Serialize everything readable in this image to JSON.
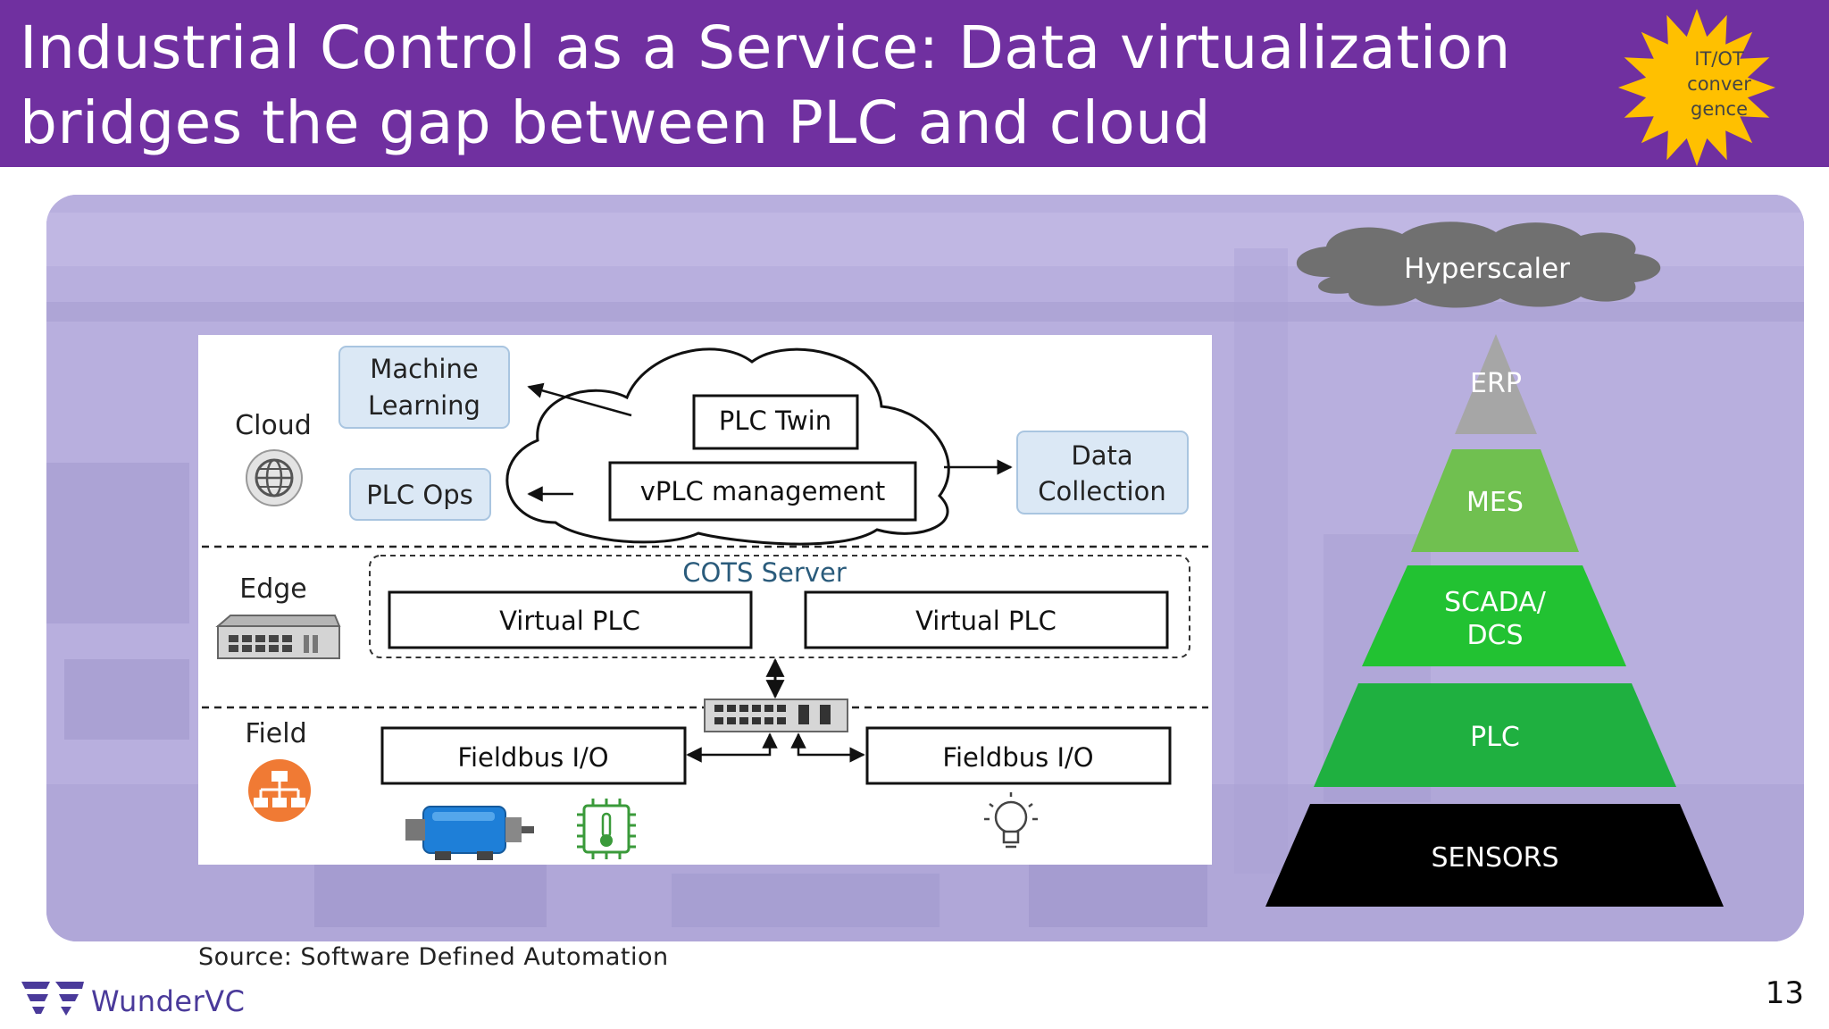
{
  "slide": {
    "title_line1": "Industrial Control as a Service: Data virtualization",
    "title_line2": "bridges the gap between PLC and cloud",
    "badge_line1": "IT/OT",
    "badge_line2": "conver",
    "badge_line3": "gence",
    "page_number": "13",
    "source": "Source: Software Defined Automation",
    "logo_text": "WunderVC",
    "colors": {
      "header": "#7030a0",
      "badge": "#ffc000",
      "panel": "#b5acdc"
    }
  },
  "diagram": {
    "layers": {
      "cloud": "Cloud",
      "edge": "Edge",
      "field": "Field"
    },
    "cloud": {
      "machine_learning_line1": "Machine",
      "machine_learning_line2": "Learning",
      "plc_ops": "PLC Ops",
      "plc_twin": "PLC Twin",
      "vplc_management": "vPLC management",
      "data_collection_line1": "Data",
      "data_collection_line2": "Collection"
    },
    "edge": {
      "server_label": "COTS Server",
      "virtual_plc_1": "Virtual PLC",
      "virtual_plc_2": "Virtual PLC"
    },
    "field": {
      "fieldbus_1": "Fieldbus I/O",
      "fieldbus_2": "Fieldbus I/O"
    },
    "icons": [
      "globe-icon",
      "network-switch-icon",
      "hierarchy-icon",
      "motor-icon",
      "temperature-chip-icon",
      "light-bulb-icon"
    ]
  },
  "pyramid": {
    "cloud_label": "Hyperscaler",
    "levels": [
      {
        "label_line1": "ERP",
        "label_line2": "",
        "color": "#a6a6a6"
      },
      {
        "label_line1": "MES",
        "label_line2": "",
        "color": "#70c050"
      },
      {
        "label_line1": "SCADA/",
        "label_line2": "DCS",
        "color": "#22c232"
      },
      {
        "label_line1": "PLC",
        "label_line2": "",
        "color": "#1fb040"
      },
      {
        "label_line1": "SENSORS",
        "label_line2": "",
        "color": "#000000"
      }
    ]
  }
}
